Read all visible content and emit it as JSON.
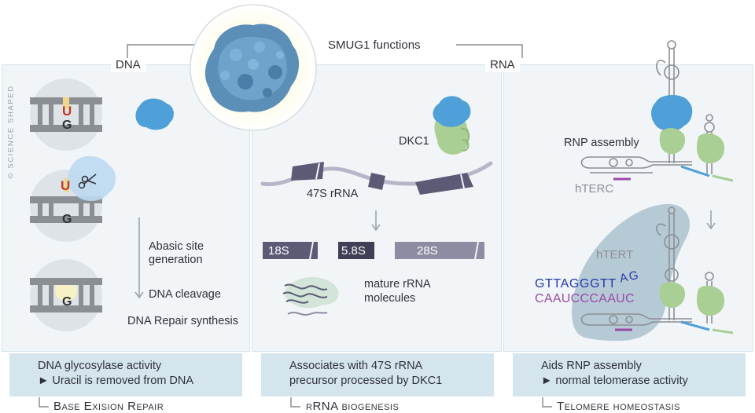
{
  "title": "SMUG1 functions",
  "columns": {
    "dna": "DNA",
    "rna": "RNA"
  },
  "copyright": "© SCIENCE SHAPED",
  "dna_panel": {
    "base_u": "U",
    "base_g": "G",
    "step1": "Abasic site\ngeneration",
    "step2": "DNA cleavage",
    "step3": "DNA Repair synthesis"
  },
  "rrna_panel": {
    "dkc1": "DKC1",
    "precursor": "47S rRNA",
    "s18": "18S",
    "s58": "5.8S",
    "s28": "28S",
    "mature": "mature rRNA\nmolecules"
  },
  "rna_panel": {
    "rnp": "RNP assembly",
    "hterc": "hTERC",
    "htert": "hTERT",
    "seq_top": "GTTAGGGTT",
    "seq_top_tail": "AG",
    "seq_bottom": "CAAUCCCAAUC"
  },
  "info": {
    "dna": [
      "DNA glycosylase activity",
      "► Uracil is removed from DNA"
    ],
    "rrna": [
      "Associates with 47S rRNA",
      "precursor processed by DKC1"
    ],
    "rna": [
      "Aids RNP assembly",
      "► normal telomerase activity"
    ]
  },
  "functions": {
    "dna": "Base Exision Repair",
    "rrna": "rRNA biogenesis",
    "rna": "Telomere homeostasis"
  },
  "colors": {
    "panel_bg": "#f1f5f8",
    "info_bg": "#d5e5ee",
    "protein_blue": "#4f9fd8",
    "dkc1_green": "#a9cf94",
    "rrna_dark": "#5b5b75",
    "rrna_light": "#8d8ca3",
    "htert": "#b6cad6",
    "uracil_red": "#c23a22",
    "seq_blue": "#2238a8",
    "seq_purple": "#9a4aa8"
  }
}
